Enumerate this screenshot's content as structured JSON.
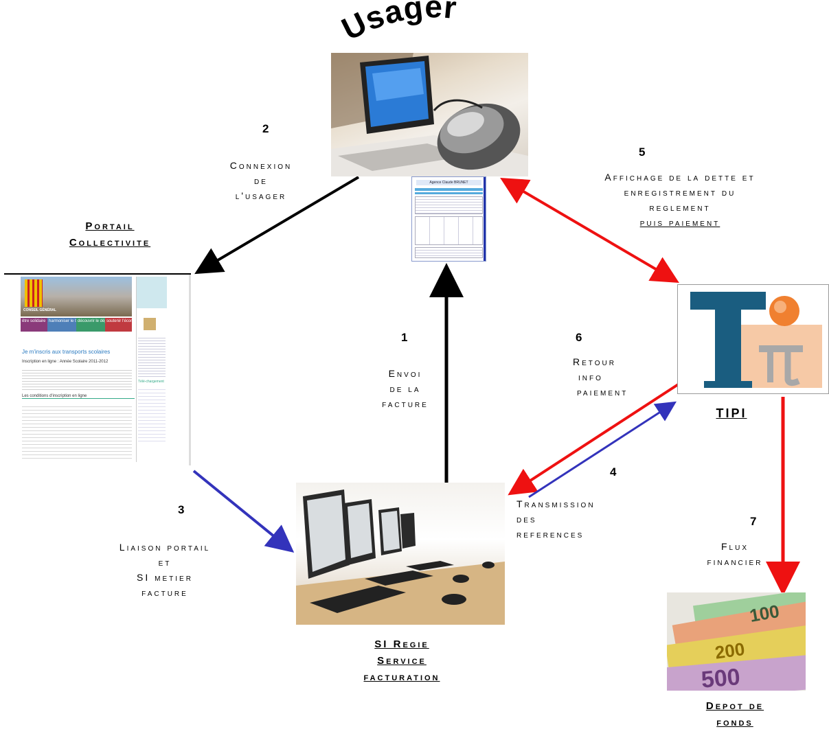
{
  "title_arc": "Usager",
  "nodes": {
    "usager": {
      "image": "computer-mouse-photo"
    },
    "portail": {
      "title_line1": "Portail",
      "title_line2": "Collectivite"
    },
    "si_regie": {
      "title_line1": "SI Regie",
      "title_line2": "Service",
      "title_line3": "facturation"
    },
    "tipi": {
      "title": "TIPI"
    },
    "depot": {
      "title_line1": "Depot de",
      "title_line2": "fonds"
    }
  },
  "portal_page": {
    "heading": "Je m'inscris aux transports scolaires",
    "subheading": "Inscription en ligne : Année Scolaire 2011-2012",
    "section": "Les conditions d'inscription en ligne",
    "side_title": "Télé-chargement",
    "nav": [
      "être solidaire",
      "harmoniser le territoire",
      "découvrir le département",
      "soutenir l'économie"
    ],
    "banner_label": "CONSEIL GÉNÉRAL"
  },
  "invoice": {
    "header": "Agence Claude BRUNET"
  },
  "money_notes": [
    "200",
    "100",
    "500"
  ],
  "steps": [
    {
      "number": "1",
      "label": [
        "Envoi",
        "de la",
        "facture"
      ]
    },
    {
      "number": "2",
      "label": [
        "Connexion",
        "de",
        "l'usager"
      ]
    },
    {
      "number": "3",
      "label": [
        "Liaison portail",
        "et",
        "SI metier",
        "facture"
      ]
    },
    {
      "number": "4",
      "label": [
        "Transmission",
        "des",
        "references"
      ]
    },
    {
      "number": "5",
      "label": [
        "Affichage de la dette et",
        "enregistrement du",
        "reglement",
        "puis paiement"
      ]
    },
    {
      "number": "6",
      "label": [
        "Retour",
        "info",
        "paiement"
      ]
    },
    {
      "number": "7",
      "label": [
        "Flux",
        "financier"
      ]
    }
  ],
  "colors": {
    "black_arrow": "#000000",
    "red_arrow": "#ee1111",
    "blue_arrow": "#3333bb",
    "tipi_blue": "#1a5d80",
    "tipi_orange": "#f08030"
  }
}
